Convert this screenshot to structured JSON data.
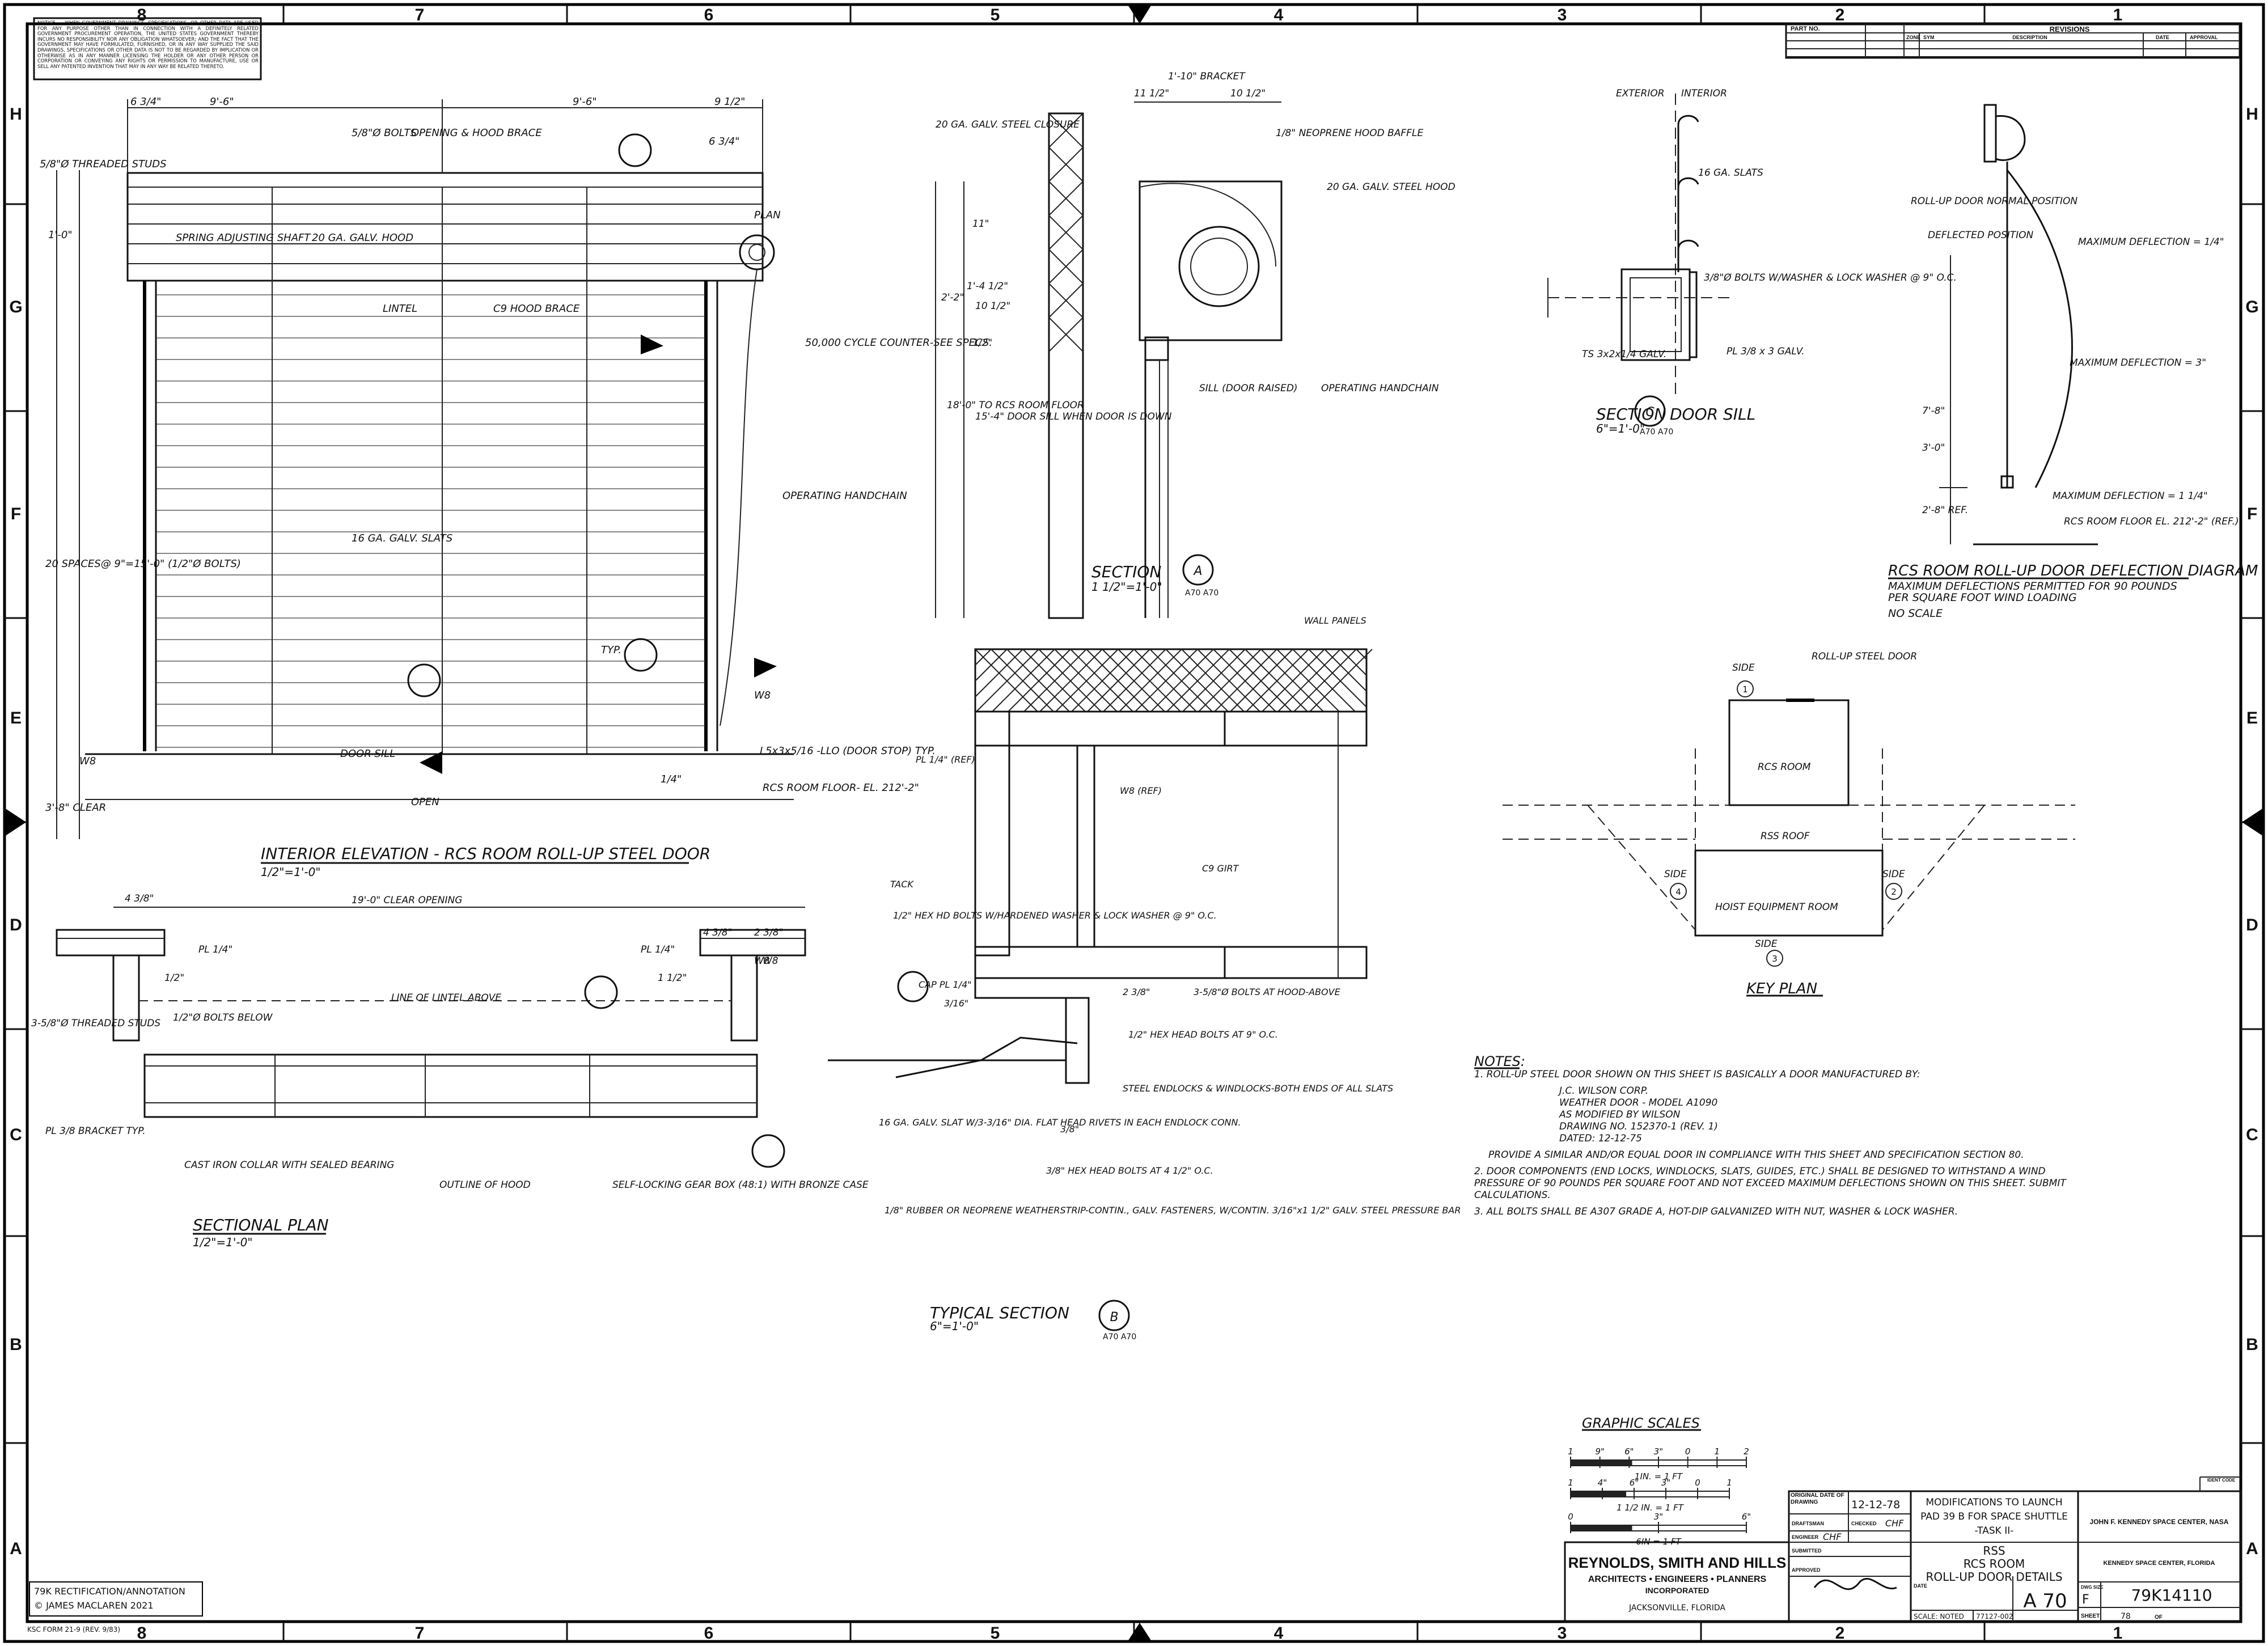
{
  "zones": {
    "columns": [
      "8",
      "7",
      "6",
      "5",
      "4",
      "3",
      "2",
      "1"
    ],
    "rows": [
      "H",
      "G",
      "F",
      "E",
      "D",
      "C",
      "B",
      "A"
    ]
  },
  "notice": "NOTICE — WHEN GOVERNMENT DRAWINGS, SPECIFICATIONS, OR OTHER DATA ARE USED FOR ANY PURPOSE OTHER THAN IN CONNECTION WITH A DEFINITELY RELATED GOVERNMENT PROCUREMENT OPERATION, THE UNITED STATES GOVERNMENT THEREBY INCURS NO RESPONSIBILITY NOR ANY OBLIGATION WHATSOEVER; AND THE FACT THAT THE GOVERNMENT MAY HAVE FORMULATED, FURNISHED, OR IN ANY WAY SUPPLIED THE SAID DRAWINGS, SPECIFICATIONS OR OTHER DATA IS NOT TO BE REGARDED BY IMPLICATION OR OTHERWISE AS IN ANY MANNER LICENSING THE HOLDER OR ANY OTHER PERSON OR CORPORATION OR CONVEYING ANY RIGHTS OR PERMISSION TO MANUFACTURE, USE OR SELL ANY PATENTED INVENTION THAT MAY IN ANY WAY BE RELATED THERETO.",
  "revisions": {
    "part_no": "PART NO.",
    "title": "REVISIONS",
    "columns": [
      "ZONE",
      "SYM",
      "DESCRIPTION",
      "DATE",
      "APPROVAL"
    ]
  },
  "elevation": {
    "title": "INTERIOR ELEVATION - RCS ROOM ROLL-UP STEEL DOOR",
    "scale": "1/2\"=1'-0\"",
    "labels": [
      "6 3/4\"",
      "9'-6\"",
      "9'-6\"",
      "9 1/2\"",
      "5/8\"Ø BOLTS",
      "OPENING & HOOD BRACE",
      "6 3/4\"",
      "5/8\"Ø THREADED STUDS",
      "1'-0\"",
      "SPRING ADJUSTING SHAFT",
      "20 GA. GALV. HOOD",
      "PLAN",
      "LINTEL",
      "C9 HOOD BRACE",
      "50,000 CYCLE COUNTER-SEE SPECS.",
      "OPERATING HANDCHAIN",
      "16 GA. GALV. SLATS",
      "20 SPACES@ 9\"=15'-0\" (1/2\"Ø BOLTS)",
      "TYP.",
      "W8",
      "L5x3x5/16 -LLO (DOOR STOP) TYP.",
      "DOOR SILL",
      "OPEN",
      "RCS ROOM FLOOR- EL. 212'-2\"",
      "3'-8\" CLEAR",
      "1/4\"",
      "W8"
    ]
  },
  "sectional_plan": {
    "title": "SECTIONAL PLAN",
    "scale": "1/2\"=1'-0\"",
    "labels": [
      "4 3/8\"",
      "19'-0\" CLEAR OPENING",
      "4 3/8\"",
      "2 3/8\"",
      "W8",
      "PL 1/4\"",
      "1/2\"",
      "LINE OF LINTEL ABOVE",
      "1/2\"Ø BOLTS BELOW",
      "3-5/8\"Ø THREADED STUDS",
      "PL 1/4\"",
      "W8",
      "1 1/2\"",
      "PL 3/8 BRACKET TYP.",
      "CAST IRON COLLAR WITH SEALED BEARING",
      "OUTLINE OF HOOD",
      "SELF-LOCKING GEAR BOX (48:1) WITH BRONZE CASE"
    ]
  },
  "section_a": {
    "title": "SECTION",
    "tag": "A",
    "sheet_ref": "A70 A70",
    "scale": "1 1/2\"=1'-0\"",
    "labels": [
      "1'-10\" BRACKET",
      "11 1/2\"",
      "10 1/2\"",
      "20 GA. GALV. STEEL CLOSURE",
      "1/8\" NEOPRENE HOOD BAFFLE",
      "20 GA. GALV. STEEL HOOD",
      "11\"",
      "2'-2\"",
      "1'-4 1/2\"",
      "10 1/2\"",
      "1/2\"",
      "SILL (DOOR RAISED)",
      "OPERATING HANDCHAIN",
      "18'-0\" TO RCS ROOM FLOOR",
      "15'-4\" DOOR SILL WHEN DOOR IS DOWN"
    ]
  },
  "section_b": {
    "title": "TYPICAL SECTION",
    "tag": "B",
    "sheet_ref": "A70 A70",
    "scale": "6\"=1'-0\"",
    "labels": [
      "WALL PANELS",
      "PL 1/4\" (REF)",
      "W8 (REF)",
      "C9 GIRT",
      "TACK",
      "1/2\" HEX HD BOLTS W/HARDENED WASHER & LOCK WASHER @ 9\" O.C.",
      "CAP PL 1/4\"",
      "3/16\"",
      "2 3/8\"",
      "3-5/8\"Ø BOLTS AT HOOD-ABOVE",
      "1/2\" HEX HEAD BOLTS AT 9\" O.C.",
      "STEEL ENDLOCKS & WINDLOCKS-BOTH ENDS OF ALL SLATS",
      "16 GA. GALV. SLAT W/3-3/16\" DIA. FLAT HEAD RIVETS IN EACH ENDLOCK CONN.",
      "3/8\"",
      "3/8\" HEX HEAD BOLTS AT 4 1/2\" O.C.",
      "1/8\" RUBBER OR NEOPRENE WEATHERSTRIP-CONTIN., GALV. FASTENERS, W/CONTIN. 3/16\"x1 1/2\" GALV. STEEL PRESSURE BAR"
    ]
  },
  "section_c": {
    "title": "SECTION",
    "tag": "C",
    "subtitle": "DOOR SILL",
    "sheet_ref": "A70 A70",
    "scale": "6\"=1'-0\"",
    "labels": [
      "EXTERIOR",
      "INTERIOR",
      "16 GA. SLATS",
      "3/8\"Ø BOLTS W/WASHER & LOCK WASHER @ 9\" O.C.",
      "TS 3x2x1/4 GALV.",
      "PL 3/8 x 3 GALV."
    ]
  },
  "deflection": {
    "title": "RCS ROOM ROLL-UP DOOR DEFLECTION DIAGRAM",
    "note1": "MAXIMUM DEFLECTIONS PERMITTED FOR 90 POUNDS",
    "note2": "PER SQUARE FOOT WIND LOADING",
    "scale": "NO SCALE",
    "labels": [
      "ROLL-UP DOOR NORMAL POSITION",
      "DEFLECTED POSITION",
      "MAXIMUM DEFLECTION = 1/4\"",
      "MAXIMUM DEFLECTION = 3\"",
      "7'-8\"",
      "3'-0\"",
      "MAXIMUM DEFLECTION = 1 1/4\"",
      "2'-8\" REF.",
      "RCS ROOM FLOOR EL. 212'-2\" (REF.)"
    ]
  },
  "key_plan": {
    "title": "KEY PLAN",
    "labels": [
      "SIDE",
      "ROLL-UP STEEL DOOR",
      "RCS ROOM",
      "RSS ROOF",
      "SIDE",
      "SIDE",
      "HOIST EQUIPMENT ROOM",
      "SIDE"
    ],
    "side_tags": [
      "1",
      "4",
      "2",
      "3"
    ]
  },
  "notes": {
    "heading": "NOTES:",
    "items": [
      "1. ROLL-UP STEEL DOOR SHOWN ON THIS SHEET IS BASICALLY A DOOR MANUFACTURED BY:",
      "J.C. WILSON CORP.",
      "WEATHER DOOR - MODEL A1090",
      "AS MODIFIED BY WILSON",
      "DRAWING NO. 152370-1 (REV. 1)",
      "DATED: 12-12-75",
      "PROVIDE A SIMILAR AND/OR EQUAL DOOR IN COMPLIANCE WITH THIS SHEET AND SPECIFICATION SECTION 80.",
      "2. DOOR COMPONENTS (END LOCKS, WINDLOCKS, SLATS, GUIDES, ETC.) SHALL BE DESIGNED TO WITHSTAND A WIND PRESSURE OF 90 POUNDS PER SQUARE FOOT AND NOT EXCEED MAXIMUM DEFLECTIONS SHOWN ON THIS SHEET. SUBMIT CALCULATIONS.",
      "3. ALL BOLTS SHALL BE A307 GRADE A, HOT-DIP GALVANIZED WITH NUT, WASHER & LOCK WASHER."
    ]
  },
  "graphic_scales": {
    "title": "GRAPHIC SCALES",
    "rows": [
      {
        "ticks": [
          "1",
          "9\"",
          "6\"",
          "3\"",
          "0",
          "1",
          "2"
        ],
        "caption": "1IN. = 1 FT"
      },
      {
        "ticks": [
          "1",
          "4\"",
          "6\"",
          "3\"",
          "0",
          "1"
        ],
        "caption": "1 1/2 IN. = 1 FT"
      },
      {
        "ticks": [
          "0",
          "3\"",
          "6\""
        ],
        "caption": "6IN = 1 FT"
      }
    ]
  },
  "title_block": {
    "firm": "REYNOLDS, SMITH AND HILLS",
    "firm_sub": "ARCHITECTS • ENGINEERS • PLANNERS",
    "firm_inc": "INCORPORATED",
    "firm_city": "JACKSONVILLE, FLORIDA",
    "original_date_label": "ORIGINAL DATE OF DRAWING",
    "original_date": "12-12-78",
    "drafted_label": "DRAFTSMAN",
    "checked_label": "CHECKED",
    "checked": "CHF",
    "engineer_label": "ENGINEER",
    "checker": "CHF",
    "submitted_label": "SUBMITTED",
    "approved_label": "APPROVED",
    "project_line1": "MODIFICATIONS TO LAUNCH",
    "project_line2": "PAD 39 B FOR SPACE SHUTTLE",
    "project_line3": "-TASK II-",
    "sheet_title1": "RSS",
    "sheet_title2": "RCS ROOM",
    "sheet_title3": "ROLL-UP DOOR DETAILS",
    "date_label": "DATE",
    "scale_label": "SCALE: NOTED",
    "job_no": "77127-002",
    "sheet_code": "A 70",
    "center": "JOHN F. KENNEDY SPACE CENTER, NASA",
    "center2": "KENNEDY SPACE CENTER, FLORIDA",
    "dwg_size_label": "DWG SIZE",
    "dwg_size": "F",
    "dwg_no": "79K14110",
    "sheet_label": "SHEET",
    "sheet_no": "78",
    "of_label": "OF",
    "ident_label": "IDENT CODE"
  },
  "annotation_box": {
    "line1": "79K RECTIFICATION/ANNOTATION",
    "line2": "© JAMES MACLAREN 2021"
  },
  "form_no": "KSC FORM 21-9 (REV. 9/83)"
}
